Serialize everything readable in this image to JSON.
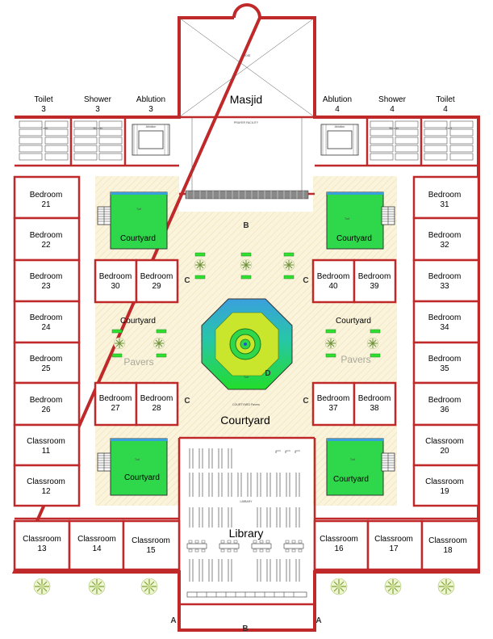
{
  "plan": {
    "masjid": {
      "label": "Masjid",
      "void_label": "VOID",
      "prayer_label": "PRAYER FACILITY"
    },
    "library": {
      "label": "Library",
      "small_label": "LIBRARY"
    },
    "central_courtyard": {
      "label": "Courtyard",
      "small_label": "COURTYARD Pavers",
      "turf_label": "Turf"
    },
    "wet_left": {
      "toilet": {
        "title": "Toilet",
        "num": "3"
      },
      "shower": {
        "title": "Shower",
        "num": "3"
      },
      "ablution": {
        "title": "Ablution",
        "num": "3"
      }
    },
    "wet_right": {
      "ablution": {
        "title": "Ablution",
        "num": "4"
      },
      "shower": {
        "title": "Shower",
        "num": "4"
      },
      "toilet": {
        "title": "Toilet",
        "num": "4"
      }
    },
    "left_column": [
      {
        "title": "Bedroom",
        "num": "21"
      },
      {
        "title": "Bedroom",
        "num": "22"
      },
      {
        "title": "Bedroom",
        "num": "23"
      },
      {
        "title": "Bedroom",
        "num": "24"
      },
      {
        "title": "Bedroom",
        "num": "25"
      },
      {
        "title": "Bedroom",
        "num": "26"
      },
      {
        "title": "Classroom",
        "num": "11"
      },
      {
        "title": "Classroom",
        "num": "12"
      }
    ],
    "right_column": [
      {
        "title": "Bedroom",
        "num": "31"
      },
      {
        "title": "Bedroom",
        "num": "32"
      },
      {
        "title": "Bedroom",
        "num": "33"
      },
      {
        "title": "Bedroom",
        "num": "34"
      },
      {
        "title": "Bedroom",
        "num": "35"
      },
      {
        "title": "Bedroom",
        "num": "36"
      },
      {
        "title": "Classroom",
        "num": "20"
      },
      {
        "title": "Classroom",
        "num": "19"
      }
    ],
    "inner_left": [
      {
        "title": "Bedroom",
        "num": "30"
      },
      {
        "title": "Bedroom",
        "num": "29"
      },
      {
        "title": "Bedroom",
        "num": "27"
      },
      {
        "title": "Bedroom",
        "num": "28"
      }
    ],
    "inner_right": [
      {
        "title": "Bedroom",
        "num": "40"
      },
      {
        "title": "Bedroom",
        "num": "39"
      },
      {
        "title": "Bedroom",
        "num": "37"
      },
      {
        "title": "Bedroom",
        "num": "38"
      }
    ],
    "bottom_row": [
      {
        "title": "Classroom",
        "num": "13"
      },
      {
        "title": "Classroom",
        "num": "14"
      },
      {
        "title": "Classroom",
        "num": "15"
      },
      {
        "title": "Classroom",
        "num": "16"
      },
      {
        "title": "Classroom",
        "num": "17"
      },
      {
        "title": "Classroom",
        "num": "18"
      }
    ],
    "courtyards": {
      "courtyard_label": "Courtyard",
      "pavers_label": "Pavers",
      "turf_label": "Turf"
    },
    "section_markers": {
      "a": "A",
      "b": "B",
      "c": "C",
      "d": "D"
    },
    "fixture_labels": {
      "toilet": "Toilet",
      "shower": "Shower",
      "ablution": "Ablution"
    },
    "colors": {
      "wall": "#c0292a",
      "paver": "#fbf4dc",
      "turf": "#2fe02f",
      "water": "#3aa0dd"
    }
  }
}
